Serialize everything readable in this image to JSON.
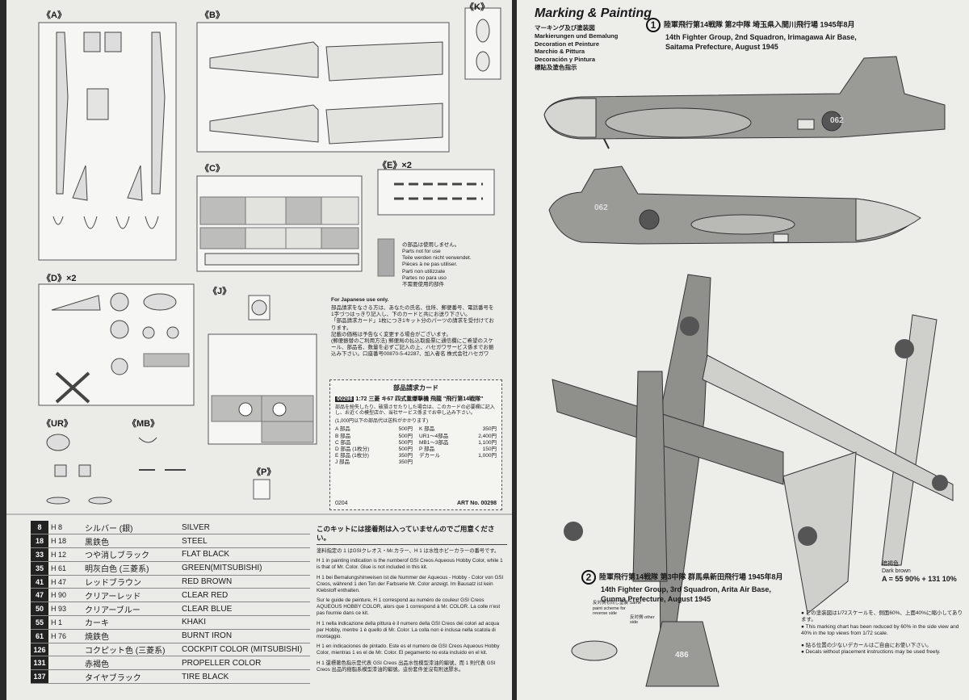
{
  "sprues": {
    "A": "《A》",
    "B": "《B》",
    "C": "《C》",
    "D": "《D》×2",
    "E": "《E》×2",
    "J": "《J》",
    "K": "《K》",
    "UR": "《UR》",
    "MB": "《MB》",
    "P": "《P》"
  },
  "not_used_notice": [
    "の部品は使用しません。",
    "Parts not for use",
    "Teile werden nicht verwendet.",
    "Pièces à ne pas utiliser.",
    "Parti non utilizzate",
    "Partes no para uso",
    "不需要使用的部件"
  ],
  "japanese_use": {
    "header": "For Japanese use only.",
    "bullets": [
      "部品請求をなさる方は、あなたの氏名、住所、郵便番号、電話番号を1字づつはっきり記入し、下のカードと共にお送り下さい。",
      "「部品請求カード」1枚につき1キット分のパーツの請求を受付けております。",
      "記載の価格は予告なく変更する場合がございます。"
    ],
    "postal": "(郵便振替のご利用方法) 郵便局の払込取扱票に通信欄にご希望のスケール、部品名、数量を必ずご記入の上、ハセガワサービス係までお振込み下さい。口座番号00870-5-42287、加入者名 株式会社ハセガワ"
  },
  "order_card": {
    "title": "部品請求カード",
    "kit_number": "00298",
    "scale": "1:72",
    "kit_name": "三菱 キ67 四式重爆撃機 飛龍 \"飛行第14戦隊\"",
    "instructions": "部品を紛失したり、破損させたりした場合は、このカードの必要欄に記入し、お近くの模型店か、当社サービス係までお申し込み下さい。",
    "min_order": "(1,000円以下の部品代は送料がかかります)",
    "prices": [
      {
        "part": "A 部品",
        "price": "500円"
      },
      {
        "part": "B 部品",
        "price": "500円"
      },
      {
        "part": "C 部品",
        "price": "500円"
      },
      {
        "part": "D 部品 (1枚分)",
        "price": "500円"
      },
      {
        "part": "E 部品 (1枚分)",
        "price": "350円"
      },
      {
        "part": "J 部品",
        "price": "350円"
      },
      {
        "part": "K 部品",
        "price": "350円"
      },
      {
        "part": "UR1～4部品",
        "price": "2,400円"
      },
      {
        "part": "MB1～3部品",
        "price": "1,100円"
      },
      {
        "part": "P 部品",
        "price": "150円"
      },
      {
        "part": "デカール",
        "price": "1,000円"
      }
    ],
    "date": "0204",
    "art": "ART No. 00298"
  },
  "colors": [
    {
      "id": "8",
      "code": "H 8",
      "jp": "シルバー (銀)",
      "en": "SILVER"
    },
    {
      "id": "18",
      "code": "H 18",
      "jp": "黒鉄色",
      "en": "STEEL"
    },
    {
      "id": "33",
      "code": "H 12",
      "jp": "つや消しブラック",
      "en": "FLAT BLACK"
    },
    {
      "id": "35",
      "code": "H 61",
      "jp": "明灰白色 (三菱系)",
      "en": "GREEN(MITSUBISHI)"
    },
    {
      "id": "41",
      "code": "H 47",
      "jp": "レッドブラウン",
      "en": "RED BROWN"
    },
    {
      "id": "47",
      "code": "H 90",
      "jp": "クリアーレッド",
      "en": "CLEAR RED"
    },
    {
      "id": "50",
      "code": "H 93",
      "jp": "クリアーブルー",
      "en": "CLEAR BLUE"
    },
    {
      "id": "55",
      "code": "H 1",
      "jp": "カーキ",
      "en": "KHAKI"
    },
    {
      "id": "61",
      "code": "H 76",
      "jp": "焼鉄色",
      "en": "BURNT IRON"
    },
    {
      "id": "126",
      "code": "",
      "jp": "コクピット色 (三菱系)",
      "en": "COCKPIT COLOR (MITSUBISHI)"
    },
    {
      "id": "131",
      "code": "",
      "jp": "赤褐色",
      "en": "PROPELLER COLOR"
    },
    {
      "id": "137",
      "code": "",
      "jp": "タイヤブラック",
      "en": "TIRE BLACK"
    }
  ],
  "legend": {
    "headline": "このキットには接着剤は入っていませんのでご用意ください。",
    "paragraphs": [
      "塗料指定の 1 はGSIクレオス・Mr.カラー、H 1 は水性ホビーカラーの番号です。",
      "H 1 in painting indication is the numberof GSI Creos Aqueous Hobby Color, while 1 is that of Mr. Color. Glue is not included in this kit.",
      "H 1 bei Bemalungshinweisen ist die Nummer der Aqueous - Hobby - Color von GSI Creos, während 1 den Ton der Farbserie Mr. Color anzeigt. Im Bausatz ist kein Klebstoff enthalten.",
      "Sur le guide de peinture, H 1 correspond au numéro de couleur GSI Creos AQUEOUS HOBBY COLOR, alors que 1 correspond à Mr. COLOR. La colle n'est pas fournie dans ce kit.",
      "H 1 nella indicazione della pittura è il numero della GSI Creos dei colori ad acqua per Hobby, mentre 1 è quello di Mr. Color. La colla non è inclusa nella scatola di montaggio.",
      "H 1 en indicaciones de pintado. Este es el numero de GSI Creos Aqueous Hobby Color, mientras 1 es el de Mr. Color. El pegamento no esta incluido en el kit.",
      "H 1 還標著色指示是代表 GSI Creos 出品水性模型漆油的編號，而 1 則代表 GSI Creos 出品的樹脂系模型漆油的編號。這份套件並沒有附送膠水。"
    ]
  },
  "marking": {
    "title": "Marking & Painting",
    "subtitles": [
      "マーキング及び塗装図",
      "Markierungen und Bemalung",
      "Decoration et Peinture",
      "Marchio & Pittura",
      "Decoración y Pintura",
      "標貼及塗色指示"
    ],
    "scheme1": {
      "num": "1",
      "jp": "陸軍飛行第14戦隊 第2中隊 埼玉県入間川飛行場 1945年8月",
      "en1": "14th Fighter Group, 2nd Squadron, Irimagawa Air Base,",
      "en2": "Saitama Prefecture, August 1945",
      "tail_code": "062"
    },
    "scheme2": {
      "num": "2",
      "jp": "陸軍飛行第14戦隊 第3中隊 群馬県新田飛行場 1945年8月",
      "en1": "14th Fighter Group, 3rd Squadron, Arita Air Base,",
      "en2": "Gunma Prefecture, August 1945",
      "tail_code": "486"
    },
    "dark_brown_jp": "暗褐色",
    "dark_brown_en": "Dark brown",
    "mix_formula": "A = 55 90% + 131 10%",
    "reduced_notes": [
      "● この塗装図は1/72スケールを、側面60%、上面40%に縮小してあります。",
      "● This marking chart has been reduced by 60% in the side view and 40% in the top views from 1/72 scale."
    ],
    "freely_notes": [
      "● 貼る位置の少ないデカールはご自由にお使い下さい。",
      "● Decals without placement instructions may be used freely."
    ],
    "other_side": "反対側も同じ塗装 Same paint scheme for reverse side",
    "other_side2": "反対側 other side"
  }
}
